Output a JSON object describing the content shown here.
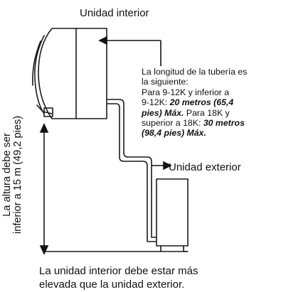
{
  "labels": {
    "indoor_unit": "Unidad interior",
    "outdoor_unit": "Unidad exterior",
    "height_line1": "La altura debe ser",
    "height_line2": "inferior a 15 m (49,2 pies)"
  },
  "note": {
    "intro_line1": "La longitud de la tubería es",
    "intro_line2": "la siguiente:",
    "range1_line1": "Para 9-12K y inferior a",
    "range1_line2_plain": "9-12K: ",
    "range1_value_part1": "20 metros (65,4",
    "range1_value_part2": "pies) Máx.",
    "range2_text_part1": " Para 18K y",
    "range2_text_part2": "superior a 18K: ",
    "range2_value_part1": "30 metros",
    "range2_value_part2": "(98,4 pies) Máx."
  },
  "footer": {
    "line1": "La unidad interior debe estar más",
    "line2": "elevada que la unidad exterior."
  }
}
